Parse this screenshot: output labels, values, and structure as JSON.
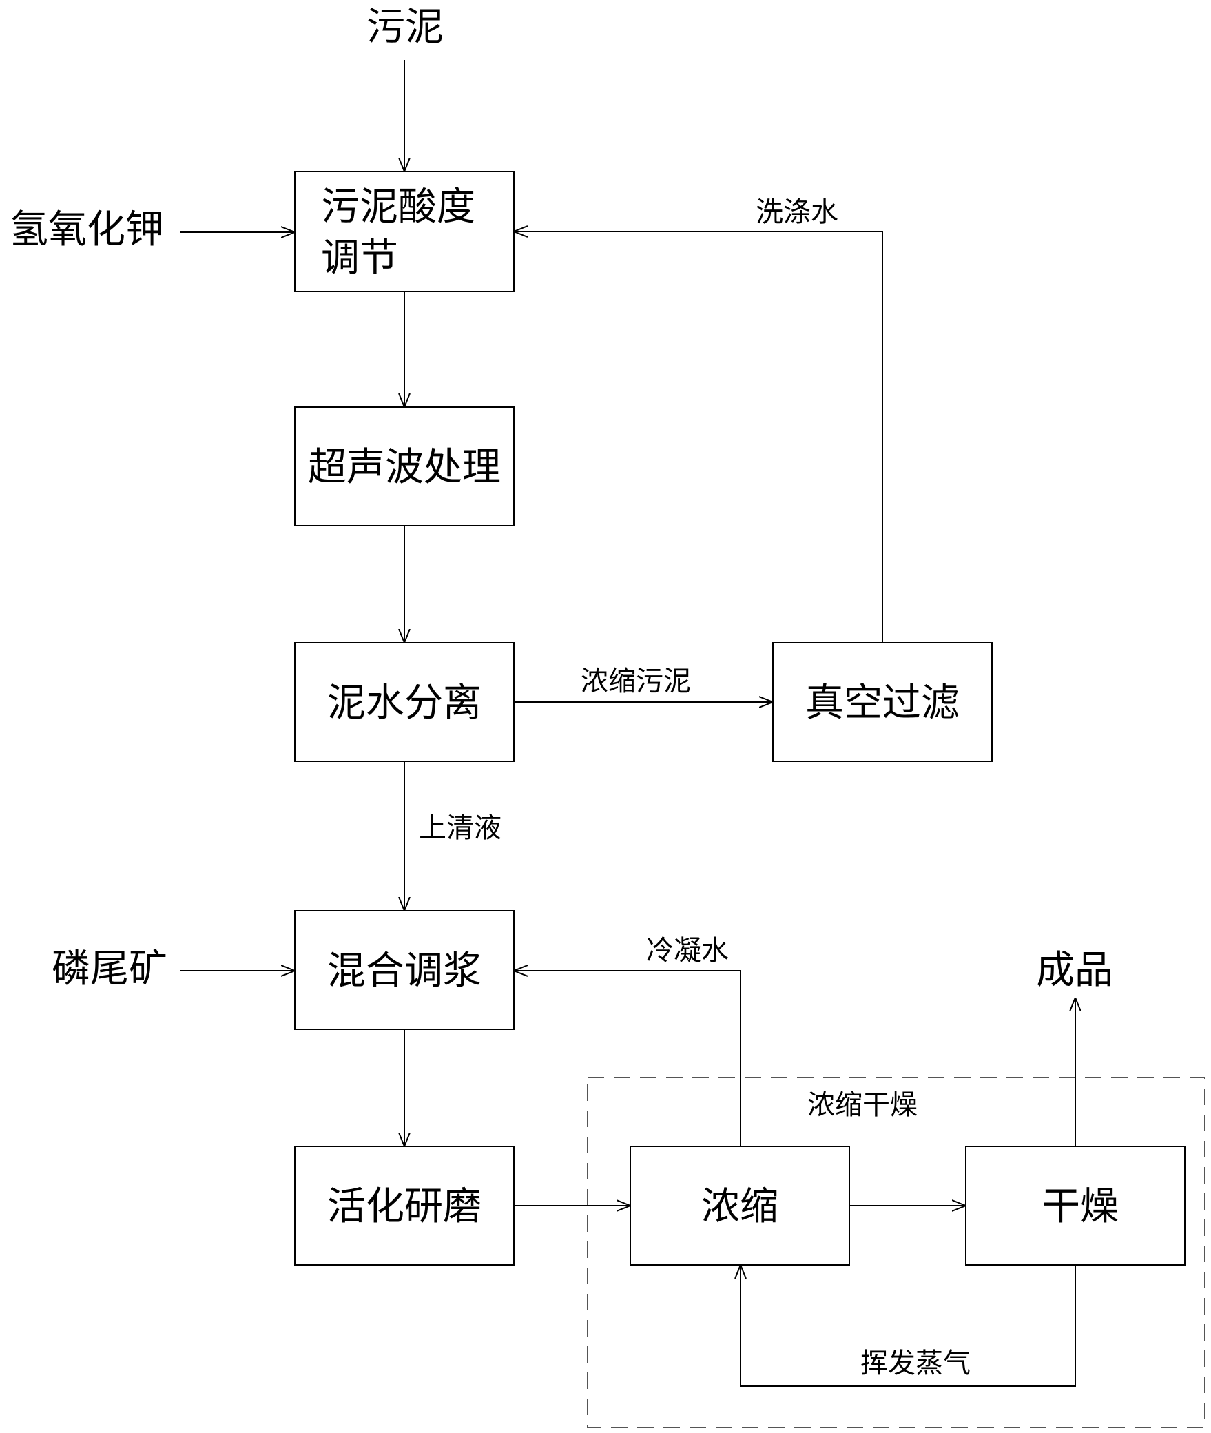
{
  "inputs": {
    "sludge": "污泥",
    "koh": "氢氧化钾",
    "phosphorus_tailings": "磷尾矿"
  },
  "steps": {
    "acid_adjust_line1": "污泥酸度",
    "acid_adjust_line2": "调节",
    "ultrasonic": "超声波处理",
    "separation": "泥水分离",
    "vacuum_filter": "真空过滤",
    "mix_slurry": "混合调浆",
    "activation_grinding": "活化研磨",
    "concentrate": "浓缩",
    "dry": "干燥"
  },
  "flows": {
    "wash_water": "洗涤水",
    "thick_sludge": "浓缩污泥",
    "supernatant": "上清液",
    "condensate": "冷凝水",
    "volatile_steam": "挥发蒸气"
  },
  "group": {
    "concentrate_dry": "浓缩干燥"
  },
  "output": {
    "product": "成品"
  }
}
